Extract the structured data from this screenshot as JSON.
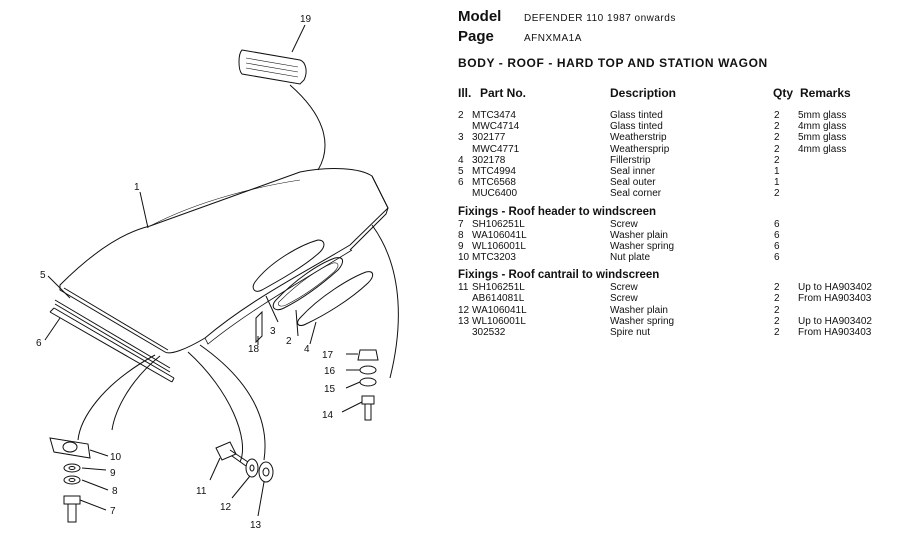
{
  "header": {
    "model_label": "Model",
    "model_value": "DEFENDER 110 1987 onwards",
    "page_label": "Page",
    "page_value": "AFNXMA1A"
  },
  "section_title": "BODY - ROOF - HARD TOP AND STATION WAGON",
  "columns": {
    "ill": "Ill.",
    "part": "Part No.",
    "desc": "Description",
    "qty": "Qty",
    "remarks": "Remarks"
  },
  "rows_main": [
    {
      "ill": "2",
      "part": "MTC3474",
      "desc": "Glass tinted",
      "qty": "2",
      "remarks": "5mm glass"
    },
    {
      "ill": "",
      "part": "MWC4714",
      "desc": "Glass tinted",
      "qty": "2",
      "remarks": "4mm glass"
    },
    {
      "ill": "3",
      "part": "302177",
      "desc": "Weatherstrip",
      "qty": "2",
      "remarks": "5mm glass"
    },
    {
      "ill": "",
      "part": "MWC4771",
      "desc": "Weathersprip",
      "qty": "2",
      "remarks": "4mm glass"
    },
    {
      "ill": "4",
      "part": "302178",
      "desc": "Fillerstrip",
      "qty": "2",
      "remarks": ""
    },
    {
      "ill": "5",
      "part": "MTC4994",
      "desc": "Seal inner",
      "qty": "1",
      "remarks": ""
    },
    {
      "ill": "6",
      "part": "MTC6568",
      "desc": "Seal outer",
      "qty": "1",
      "remarks": ""
    },
    {
      "ill": "",
      "part": "MUC6400",
      "desc": "Seal corner",
      "qty": "2",
      "remarks": ""
    }
  ],
  "group_header": "Fixings - Roof header to windscreen",
  "rows_header": [
    {
      "ill": "7",
      "part": "SH106251L",
      "desc": "Screw",
      "qty": "6",
      "remarks": ""
    },
    {
      "ill": "8",
      "part": "WA106041L",
      "desc": "Washer plain",
      "qty": "6",
      "remarks": ""
    },
    {
      "ill": "9",
      "part": "WL106001L",
      "desc": "Washer spring",
      "qty": "6",
      "remarks": ""
    },
    {
      "ill": "10",
      "part": "MTC3203",
      "desc": "Nut plate",
      "qty": "6",
      "remarks": ""
    }
  ],
  "group_cantrail": "Fixings - Roof cantrail to windscreen",
  "rows_cantrail": [
    {
      "ill": "11",
      "part": "SH106251L",
      "desc": "Screw",
      "qty": "2",
      "remarks": "Up to HA903402"
    },
    {
      "ill": "",
      "part": "AB614081L",
      "desc": "Screw",
      "qty": "2",
      "remarks": "From HA903403"
    },
    {
      "ill": "12",
      "part": "WA106041L",
      "desc": "Washer plain",
      "qty": "2",
      "remarks": ""
    },
    {
      "ill": "13",
      "part": "WL106001L",
      "desc": "Washer spring",
      "qty": "2",
      "remarks": "Up to HA903402"
    },
    {
      "ill": "",
      "part": "302532",
      "desc": "Spire nut",
      "qty": "2",
      "remarks": "From HA903403"
    }
  ],
  "callouts": [
    "1",
    "2",
    "3",
    "4",
    "5",
    "6",
    "7",
    "8",
    "9",
    "10",
    "11",
    "12",
    "13",
    "14",
    "15",
    "16",
    "17",
    "18",
    "19"
  ],
  "colors": {
    "ink": "#111111",
    "paper": "#ffffff"
  }
}
